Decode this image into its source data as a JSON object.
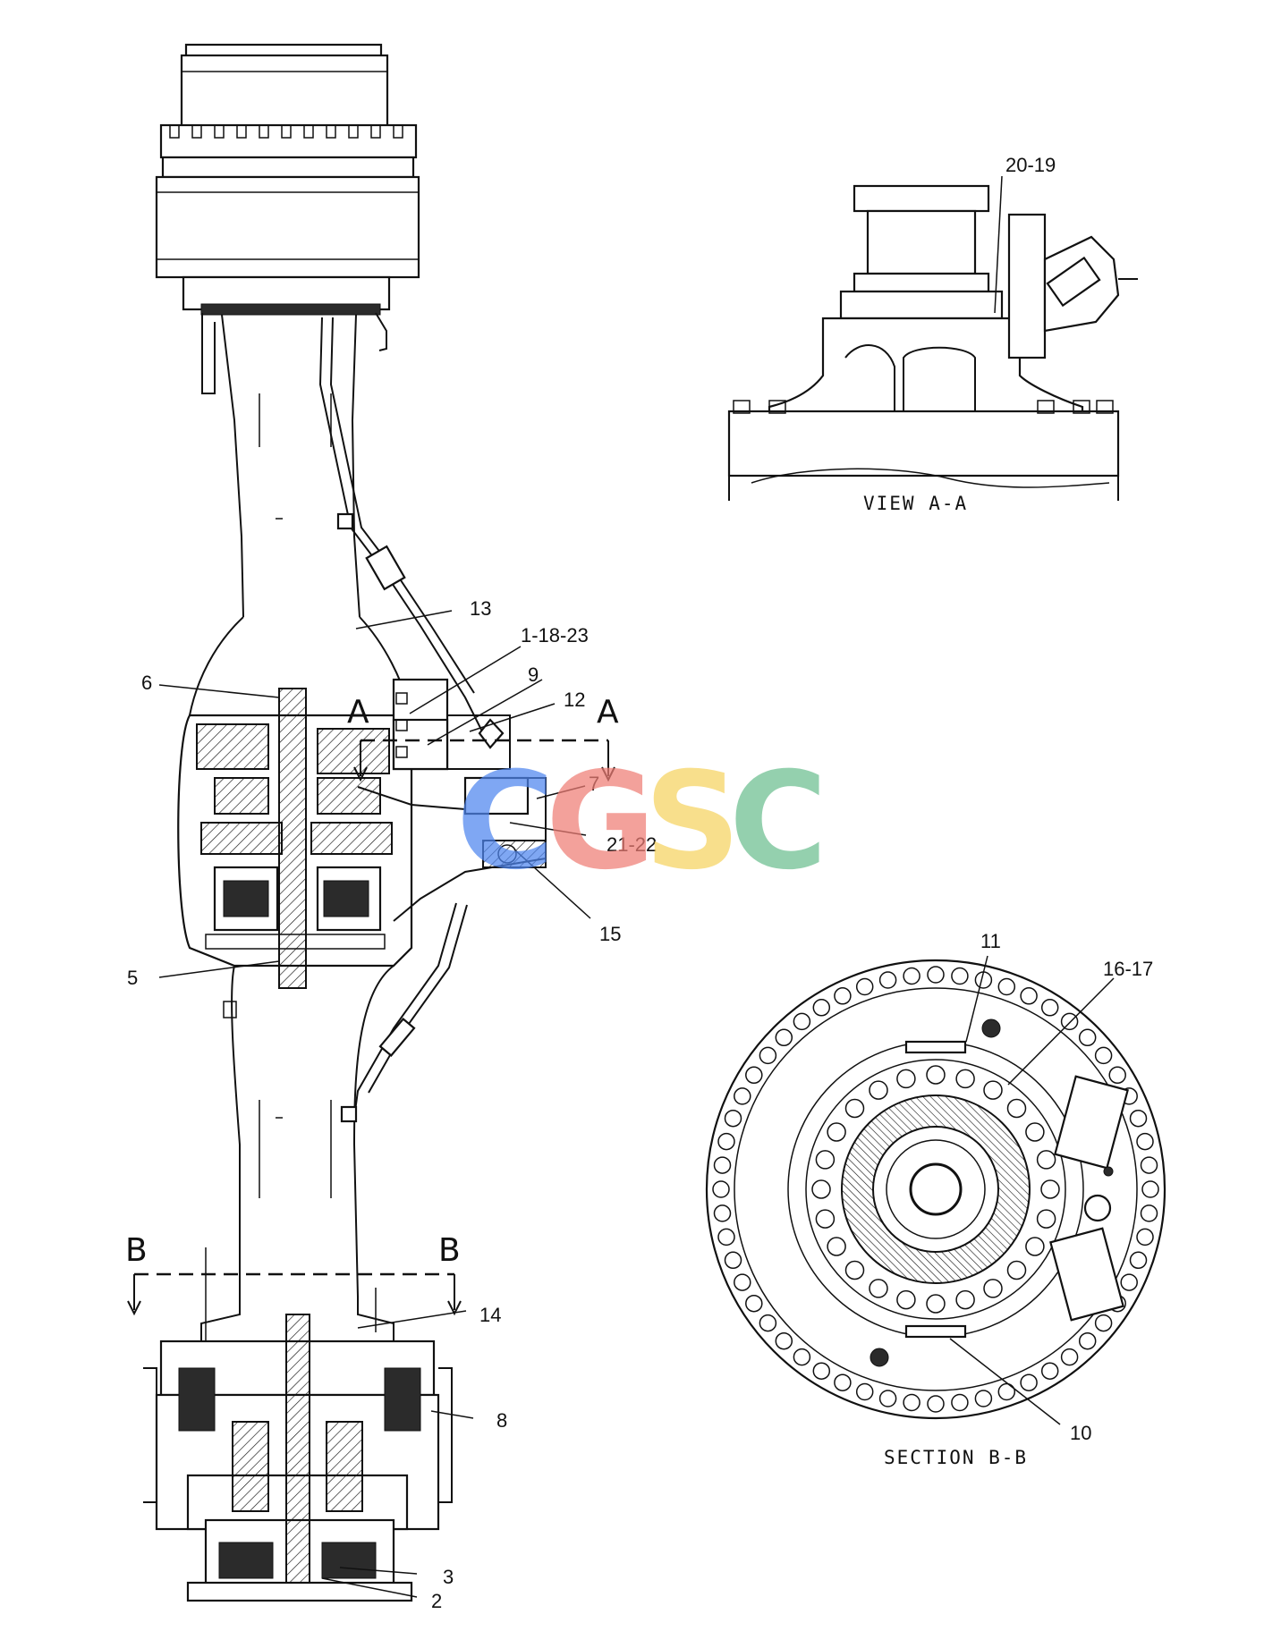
{
  "callouts": {
    "c20_19": "20-19",
    "c13": "13",
    "c1_18_23": "1-18-23",
    "c9": "9",
    "c6": "6",
    "c12": "12",
    "c7": "7",
    "c21_22": "21-22",
    "c15": "15",
    "c5": "5",
    "c11": "11",
    "c16_17": "16-17",
    "c14": "14",
    "c8": "8",
    "c10": "10",
    "c3": "3",
    "c2": "2"
  },
  "section_markers": {
    "a_left": "A",
    "a_right": "A",
    "b_left": "B",
    "b_right": "B"
  },
  "view_titles": {
    "view_a": "VIEW A-A",
    "section_b": "SECTION B-B"
  },
  "watermark": {
    "letters": [
      "C",
      "G",
      "S",
      "C"
    ],
    "colors": [
      "#4f86ef",
      "#ef7d75",
      "#f6d360",
      "#6cbf8f"
    ]
  }
}
